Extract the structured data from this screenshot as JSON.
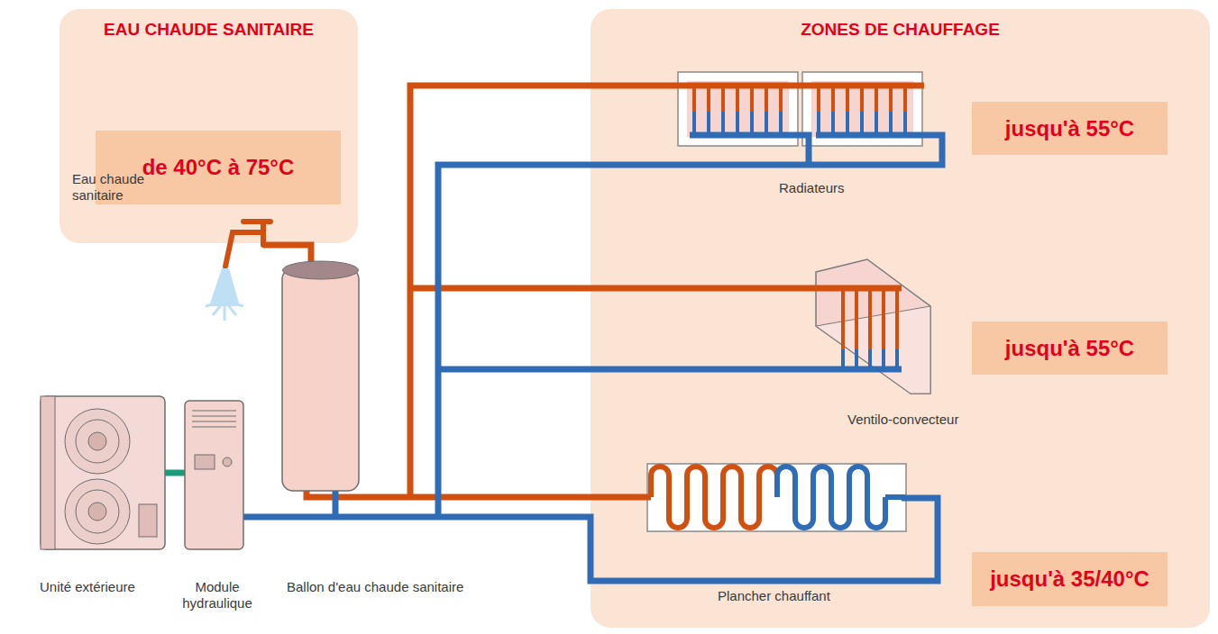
{
  "diagram": {
    "nodes": [
      {
        "text": [
          "EAU CHAUDE SANITAIRE"
        ]
      },
      {
        "text": [
          "de 40°C à 75°C"
        ],
        "in": 0
      },
      {
        "text": [
          "ZONES DE CHAUFFAGE"
        ]
      },
      {
        "text": [
          "jusqu'à 55°C"
        ],
        "in": 2
      },
      {
        "text": [
          "jusqu'à 55°C"
        ],
        "in": 2
      },
      {
        "text": [
          "jusqu'à 35/40°C"
        ],
        "in": 2
      }
    ],
    "labels": [
      "Eau chaude sanitaire",
      "Radiateurs",
      "Ventilo-convecteur",
      "Plancher chauffant",
      "Unité extérieure",
      "Module hydraulique",
      "Ballon d'eau chaude sanitaire"
    ]
  }
}
